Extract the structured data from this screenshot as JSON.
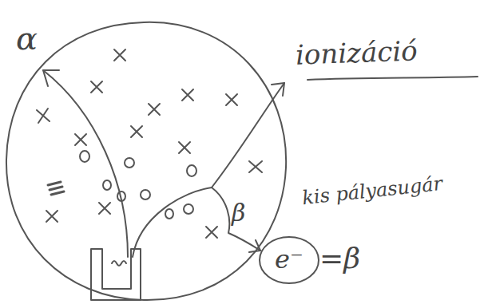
{
  "diagram": {
    "nodes": [
      {
        "text": [
          "e⁻"
        ]
      }
    ],
    "labels": [
      "α",
      "ionizáció",
      "kis pályasugár",
      "β",
      "=β"
    ]
  }
}
